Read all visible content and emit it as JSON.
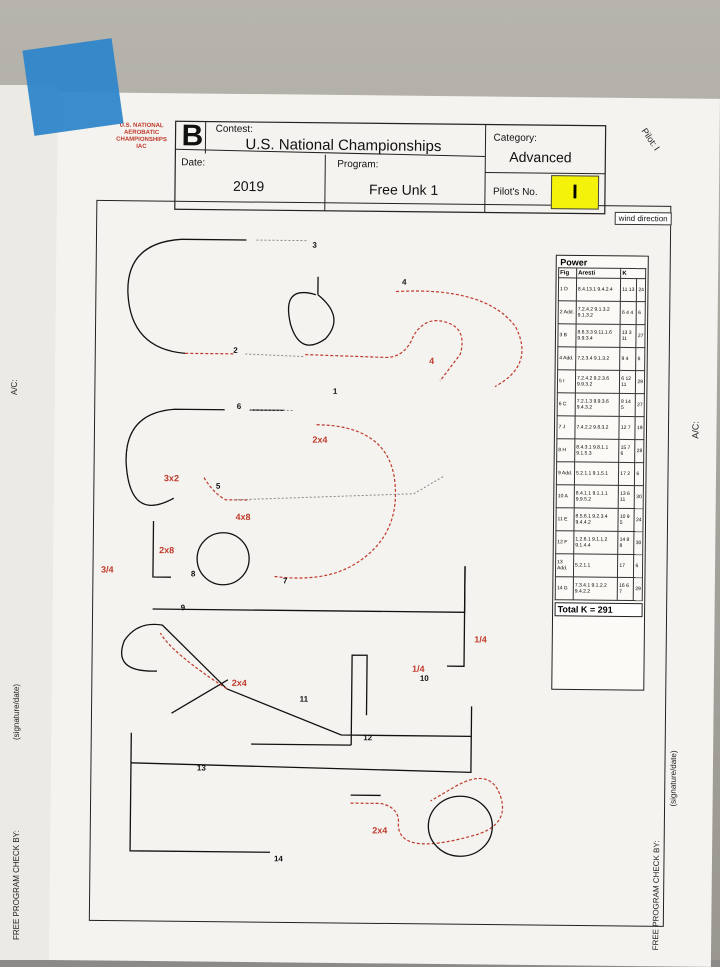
{
  "header": {
    "logo_text": "U.S. NATIONAL AEROBATIC CHAMPIONSHIPS IAC",
    "sequence_letter": "B",
    "contest_label": "Contest:",
    "contest_value": "U.S. National Championships",
    "category_label": "Category:",
    "category_value": "Advanced",
    "date_label": "Date:",
    "date_value": "2019",
    "program_label": "Program:",
    "program_value": "Free Unk 1",
    "pilot_no_label": "Pilot's No.",
    "pilot_no_value": "I"
  },
  "side": {
    "pilot_label": "Pilot: I",
    "wind_direction": "wind direction",
    "ac_label": "A/C:",
    "signature_label": "(signature/date)",
    "check_label": "FREE PROGRAM CHECK BY:"
  },
  "figure_numbers": [
    "1",
    "2",
    "3",
    "4",
    "5",
    "6",
    "7",
    "8",
    "9",
    "10",
    "11",
    "12",
    "13",
    "14"
  ],
  "annotations": {
    "a_2x4": "2x4",
    "a_3x2": "3x2",
    "a_4x8": "4x8",
    "a_2x8": "2x8",
    "a_3_4": "3/4",
    "a_1_4_a": "1/4",
    "a_1_4_b": "1/4",
    "a_2x4_b": "2x4",
    "a_2x4_c": "2x4",
    "a_4_red": "4"
  },
  "table": {
    "title": "Power",
    "col_fig": "Fig",
    "col_aresti": "Aresti",
    "col_k": "K",
    "rows": [
      {
        "fig": "1 D",
        "aresti": "8.4.13.1 9.4.2.4",
        "k": "11 13",
        "total": "24"
      },
      {
        "fig": "2 Add.",
        "aresti": "7.2.4.2 9.1.3.2 9.1.3.2",
        "k": "6 4 4",
        "total": "6"
      },
      {
        "fig": "3 B",
        "aresti": "8.6.3.3 9.11.1.6 9.9.3.4",
        "k": "13 3 11",
        "total": "27"
      },
      {
        "fig": "4 Add.",
        "aresti": "7.2.3.4 9.1.3.2",
        "k": "9 4",
        "total": "6"
      },
      {
        "fig": "5 I",
        "aresti": "7.2.4.2 9.2.3.6 9.9.3.2",
        "k": "6 12 11",
        "total": "29"
      },
      {
        "fig": "6 C",
        "aresti": "7.2.1.3 9.9.3.6 9.4.3.2",
        "k": "8 14 5",
        "total": "27"
      },
      {
        "fig": "7 J",
        "aresti": "7.4.2.2 9.8.3.2",
        "k": "12 7",
        "total": "19"
      },
      {
        "fig": "8 H",
        "aresti": "8.4.3.1 9.8.1.1 9.1.5.3",
        "k": "15 7 6",
        "total": "28"
      },
      {
        "fig": "9 Add.",
        "aresti": "5.2.1.1 9.1.5.1",
        "k": "17 2",
        "total": "6"
      },
      {
        "fig": "10 A",
        "aresti": "8.4.1.1 9.1.1.1 9.9.5.2",
        "k": "13 6 11",
        "total": "30"
      },
      {
        "fig": "11 E",
        "aresti": "8.5.6.1 9.2.3.4 9.4.4.2",
        "k": "10 9 5",
        "total": "24"
      },
      {
        "fig": "12 F",
        "aresti": "1.2.6.1 9.1.1.2 9.1.4.4",
        "k": "14 8 8",
        "total": "30"
      },
      {
        "fig": "13 Add.",
        "aresti": "5.2.1.1",
        "k": "17",
        "total": "6"
      },
      {
        "fig": "14 G",
        "aresti": "7.3.4.1 9.1.2.2 9.4.2.2",
        "k": "16 6 7",
        "total": "29"
      }
    ],
    "total_label": "Total K = 291"
  },
  "colors": {
    "tape": "#2f86c9",
    "highlight": "#f4f20a",
    "red": "#c0392b",
    "ink": "#111111",
    "paper": "#f4f3ef"
  }
}
